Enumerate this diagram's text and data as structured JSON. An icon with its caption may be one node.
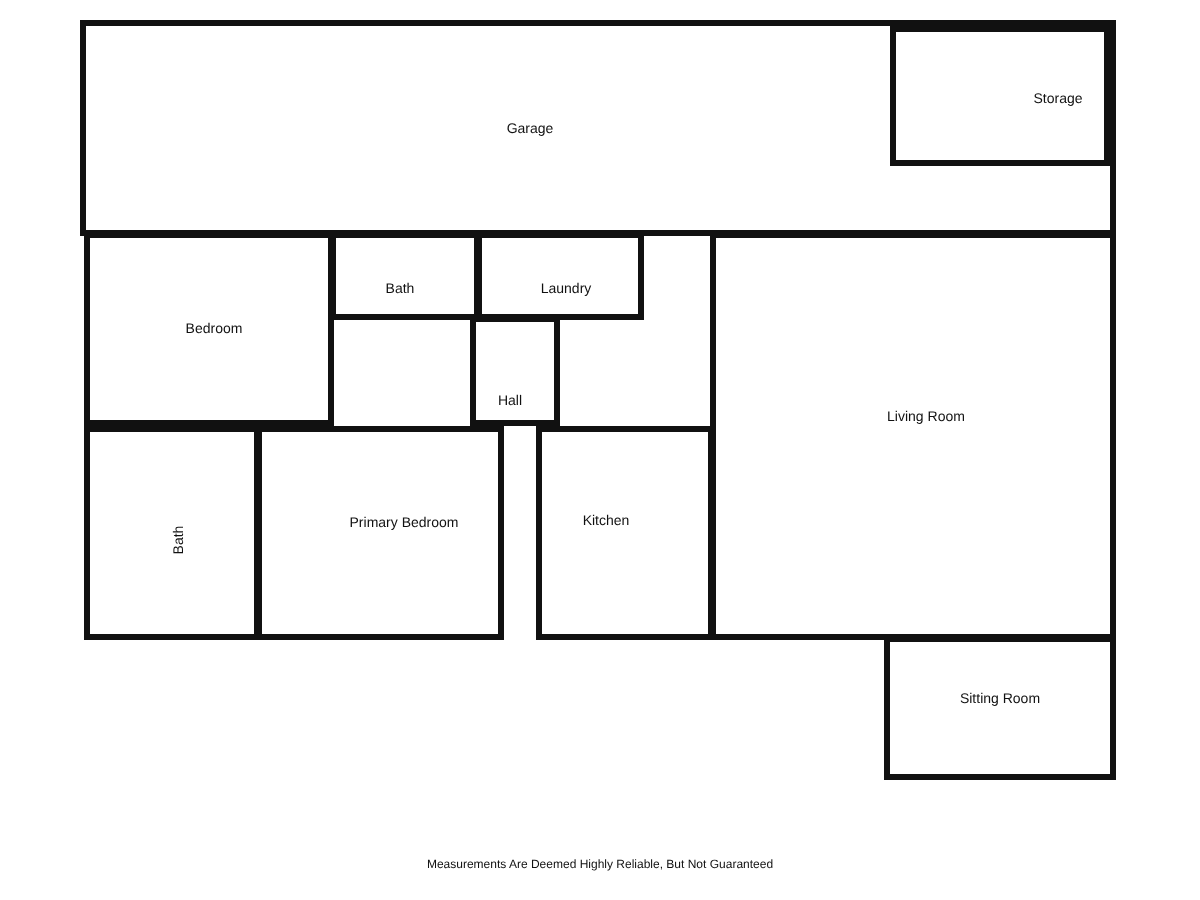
{
  "diagram": {
    "caption": "Measurements Are Deemed Highly Reliable, But Not Guaranteed",
    "nodes": [
      {
        "text": [
          "Garage"
        ]
      },
      {
        "text": [
          "Storage"
        ],
        "in": 0
      },
      {
        "text": [
          "Bedroom"
        ]
      },
      {
        "text": [
          "Bath"
        ]
      },
      {
        "text": [
          "Laundry"
        ]
      },
      {
        "text": [
          "Hall"
        ]
      },
      {
        "text": [
          "Living Room"
        ]
      },
      {
        "text": [
          "Bath"
        ]
      },
      {
        "text": [
          "Primary Bedroom"
        ]
      },
      {
        "text": [
          "Kitchen"
        ]
      },
      {
        "text": [
          "Sitting Room"
        ]
      }
    ]
  }
}
